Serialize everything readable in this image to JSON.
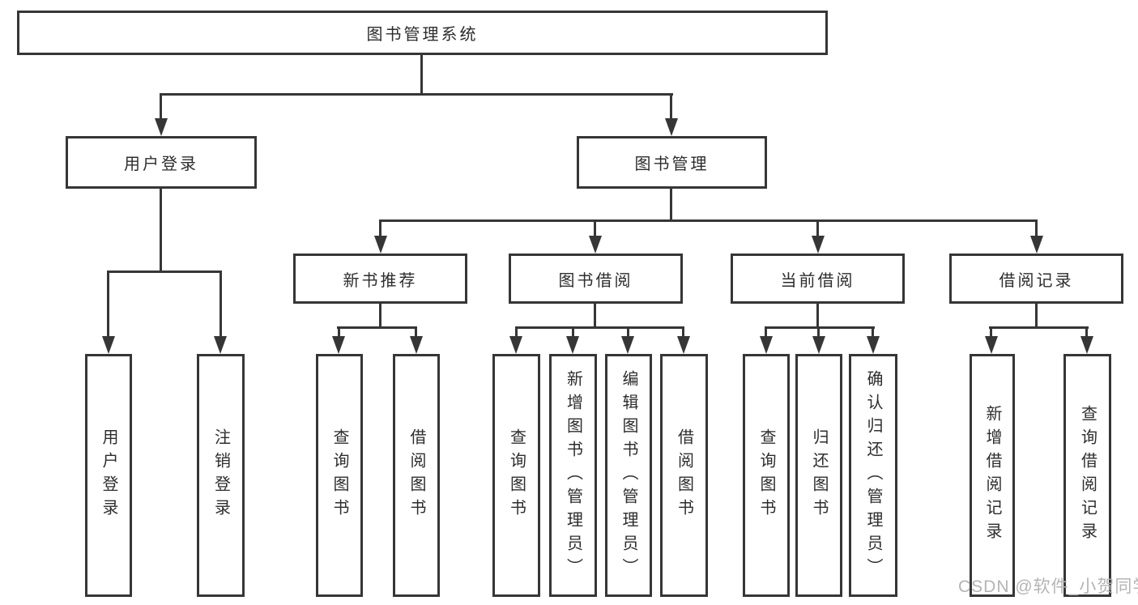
{
  "diagram": {
    "root": {
      "label": "图书管理系统"
    },
    "level2": [
      {
        "label": "用户登录"
      },
      {
        "label": "图书管理"
      }
    ],
    "level3": [
      {
        "label": "新书推荐"
      },
      {
        "label": "图书借阅"
      },
      {
        "label": "当前借阅"
      },
      {
        "label": "借阅记录"
      }
    ],
    "leaves": [
      {
        "label": "用户登录"
      },
      {
        "label": "注销登录"
      },
      {
        "label": "查询图书"
      },
      {
        "label": "借阅图书"
      },
      {
        "label": "查询图书"
      },
      {
        "label": "新增图书（管理员）"
      },
      {
        "label": "编辑图书（管理员）"
      },
      {
        "label": "借阅图书"
      },
      {
        "label": "查询图书"
      },
      {
        "label": "归还图书"
      },
      {
        "label": "确认归还（管理员）"
      },
      {
        "label": "新增借阅记录"
      },
      {
        "label": "查询借阅记录"
      }
    ],
    "watermark": "CSDN @软件_小贺同学",
    "colors": {
      "line": "#363636",
      "text": "#2d2d2d",
      "watermark": "#b4b4b4",
      "background": "#ffffff"
    }
  }
}
